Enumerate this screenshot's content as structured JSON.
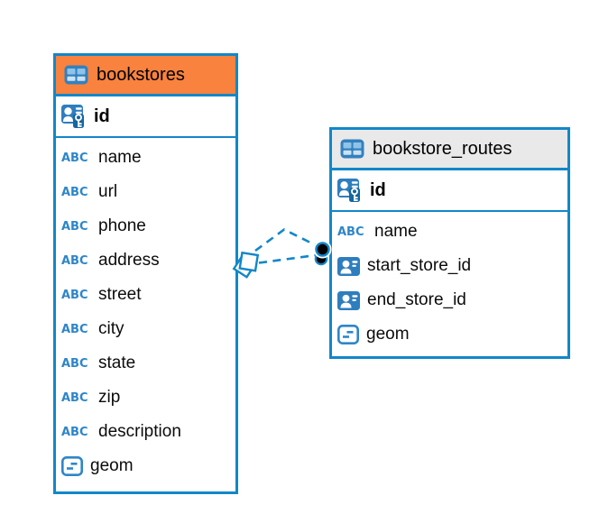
{
  "colors": {
    "accent_blue": "#1287C9",
    "icon_blue": "#2E7EBE",
    "header_orange": "#F8823E",
    "header_gray": "#E9E9E9",
    "endpoint_black": "#000000"
  },
  "icons": {
    "text_type_label": "ABC"
  },
  "diagram": {
    "tables": [
      {
        "title": "bookstores",
        "header_style": "orange",
        "primary_key": {
          "name": "id",
          "icon": "primary-key-icon"
        },
        "columns": [
          {
            "name": "name",
            "icon": "text-type-icon"
          },
          {
            "name": "url",
            "icon": "text-type-icon"
          },
          {
            "name": "phone",
            "icon": "text-type-icon"
          },
          {
            "name": "address",
            "icon": "text-type-icon"
          },
          {
            "name": "street",
            "icon": "text-type-icon"
          },
          {
            "name": "city",
            "icon": "text-type-icon"
          },
          {
            "name": "state",
            "icon": "text-type-icon"
          },
          {
            "name": "zip",
            "icon": "text-type-icon"
          },
          {
            "name": "description",
            "icon": "text-type-icon"
          },
          {
            "name": "geom",
            "icon": "geometry-type-icon"
          }
        ]
      },
      {
        "title": "bookstore_routes",
        "header_style": "gray",
        "primary_key": {
          "name": "id",
          "icon": "primary-key-icon"
        },
        "columns": [
          {
            "name": "name",
            "icon": "text-type-icon"
          },
          {
            "name": "start_store_id",
            "icon": "reference-type-icon"
          },
          {
            "name": "end_store_id",
            "icon": "reference-type-icon"
          },
          {
            "name": "geom",
            "icon": "geometry-type-icon"
          }
        ]
      }
    ],
    "relationship": {
      "style": "dashed",
      "color": "#1287C9",
      "line_count": 2,
      "left_endpoint": "stacked-squares-marker",
      "right_endpoint": "stacked-dots-marker"
    }
  }
}
